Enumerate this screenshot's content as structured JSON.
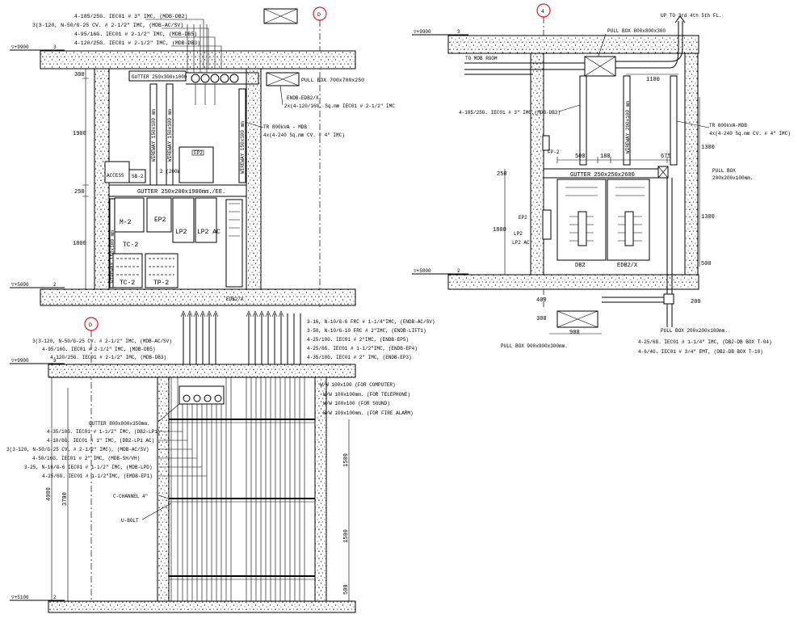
{
  "sheet": "Electrical riser room details",
  "grids": {
    "left": "D",
    "right": "4",
    "bottom": "D"
  },
  "levels": {
    "top_left": "▽+9900",
    "top_left_no": "3",
    "mid_left": "▽+5000",
    "mid_left_no": "2",
    "top_right": "▽+9900",
    "top_right_no": "3",
    "mid_right": "▽+5000",
    "mid_right_no": "2",
    "bot_top": "▽+9900",
    "bot_top_no": "3",
    "bot_bot": "▽+5100",
    "bot_bot_no": "2"
  },
  "left": {
    "cables": [
      "4-185/25G. IEC01 # 3\" IMC, (MDB-DB2)",
      "3(3-120, N-50/G-25 CV. # 2-1/2\" IMC, (MDB-AC/SV)",
      "4-95/16G. IEC01 # 2-1/2\" IMC, (MDB-DB5)",
      "4-120/25G. IEC01 # 2-1/2\" IMC, (MDB-DB3)"
    ],
    "gutter_top": "GUTTER 250x300x1000",
    "pull_box": "PULL BOX 700x700x250",
    "endb": "ENDB-EDB2/X",
    "endb_cable": "2x(4-120/16G. Sq.mm IEC01 # 2-1/2\" IMC",
    "tr": "TR 800kVA - MDB",
    "tr_cable": "4x(4-240 Sq.mm CV. # 4\" IMC)",
    "gutter_mid": "GUTTER 250x200x1900mm./EE.",
    "access": "ACCESS",
    "sb2": "SB-2",
    "sw": "2 (200W)",
    "fp2": "FP2",
    "panels": [
      "M-2",
      "EP2",
      "LP2",
      "LP2 AC"
    ],
    "tc2": "TC-2",
    "tp2a": "TC-2",
    "tp2b": "TP-2",
    "edb2": "EDB2/X",
    "wireway1": "WIREWAY 150x100 mm",
    "wireway2": "WIREWAY 150x100 mm",
    "wireway3": "WIREWAY 150x100 mm",
    "wireway4": "WIREWAY 150x100 mm",
    "dims": [
      "300",
      "1900",
      "250",
      "1800"
    ]
  },
  "right": {
    "up_note": "UP TO 3rd 4th 5th FL.",
    "pull_box_top": "PULL BOX 800x800x300",
    "to_mdb": "TO MDB ROOM",
    "dim_1100": "1100",
    "cable1": "4-185/25G. IEC01 # 3\" IMC,(MDB-DB2)",
    "wireway": "WIREWAY 200x100 mm",
    "tr": "TR 800kVA-MDB",
    "tr_cable": "4x(4-240 Sq.mm CV. # 4\" IMC)",
    "fp2": "FP-2",
    "dims_top": [
      "500",
      "180",
      "675"
    ],
    "d250": "250",
    "gutter": "GUTTER 250x250x2600",
    "pull_box_mid": "PULL BOX",
    "pull_box_mid2": "200x200x100mm.",
    "d1800": "1800",
    "d1300a": "1300",
    "d1300b": "1300",
    "d500": "500",
    "labels_left": [
      "EP2",
      "LP2",
      "LP2 AC"
    ],
    "db2": "DB2",
    "edb2x": "EDB2/X",
    "d400": "400",
    "d300": "300",
    "d900": "900",
    "d200": "200",
    "pull_box_low": "PULL BOX 200x200x100mm.",
    "cable2": "4-25/6G. IEC01 # 1-1/4\" IMC, (DB2-DB BOX T-04)",
    "cable3": "4-6/4G. IEC01 # 3/4\" EMT, (DB2-DB BOX T-10)",
    "pull_box_bot": "PULL BOX 900x900x300mm."
  },
  "bottom": {
    "left_cables": [
      "3(3-120, N-50/G-25 CV. # 2-1/2\" IMC, (MDB-AC/SV)",
      "4-95/16G. IEC01 # 2-1/2\" IMC, (MDB-DB5)",
      "4-120/25G. IEC01 # 2-1/2\" IMC, (MDB-DB3)"
    ],
    "right_cables": [
      "3-16, N-10/G-6 FRC # 1-1/4\"IMC, (ENDB-AC/SV)",
      "3-50, N-10/G-10 FRC # 2\"IMC, (ENDB-LIFT1)",
      "4-25/10G. IEC01 # 2\"IMC, (ENDB-EP5)",
      "4-25/6G. IEC01 # 1-1/2\"IMC, (ENDB-EP4)",
      "4-35/10G. IEC01 # 2\" IMC, (ENDB-EP3)"
    ],
    "wireways": [
      "W/W 100x100 (FOR COMPUTER)",
      "W/W 100x100mm. (FOR TELEPHONE)",
      "W/W 100x100 (FOR SOUND)",
      "W/W 100x100mm. (FOR FIRE ALARM)"
    ],
    "gutter": "GUTTER 800x800x350mm.",
    "mid_cables": [
      "4-35/10G. IEC01 # 1-1/2\" IMC, (DB2-LP1)",
      "4-10/6G. IEC01 # 1\" IMC, (DB2-LP1 AC)",
      "3(3-120, N-50/G-25 CV. # 2-1/2\" IMC), (MDB-AC/SV)",
      "4-50/16G. IEC01 # 2\" IMC, (MDB-SH/VH)",
      "3-25, N-16/G-6 IEC01 # 1-1/2\" IMC, (MDB-LPD)",
      "4-25/6G. IEC01 # 1-1/2\"IMC, (EMDB-EP1)"
    ],
    "c_channel": "C-CHANNEL 4\"",
    "u_bolt": "U-BOLT",
    "d4000": "4000",
    "d3790": "3790",
    "d1500a": "1500",
    "d1500b": "1500",
    "d500": "500"
  }
}
